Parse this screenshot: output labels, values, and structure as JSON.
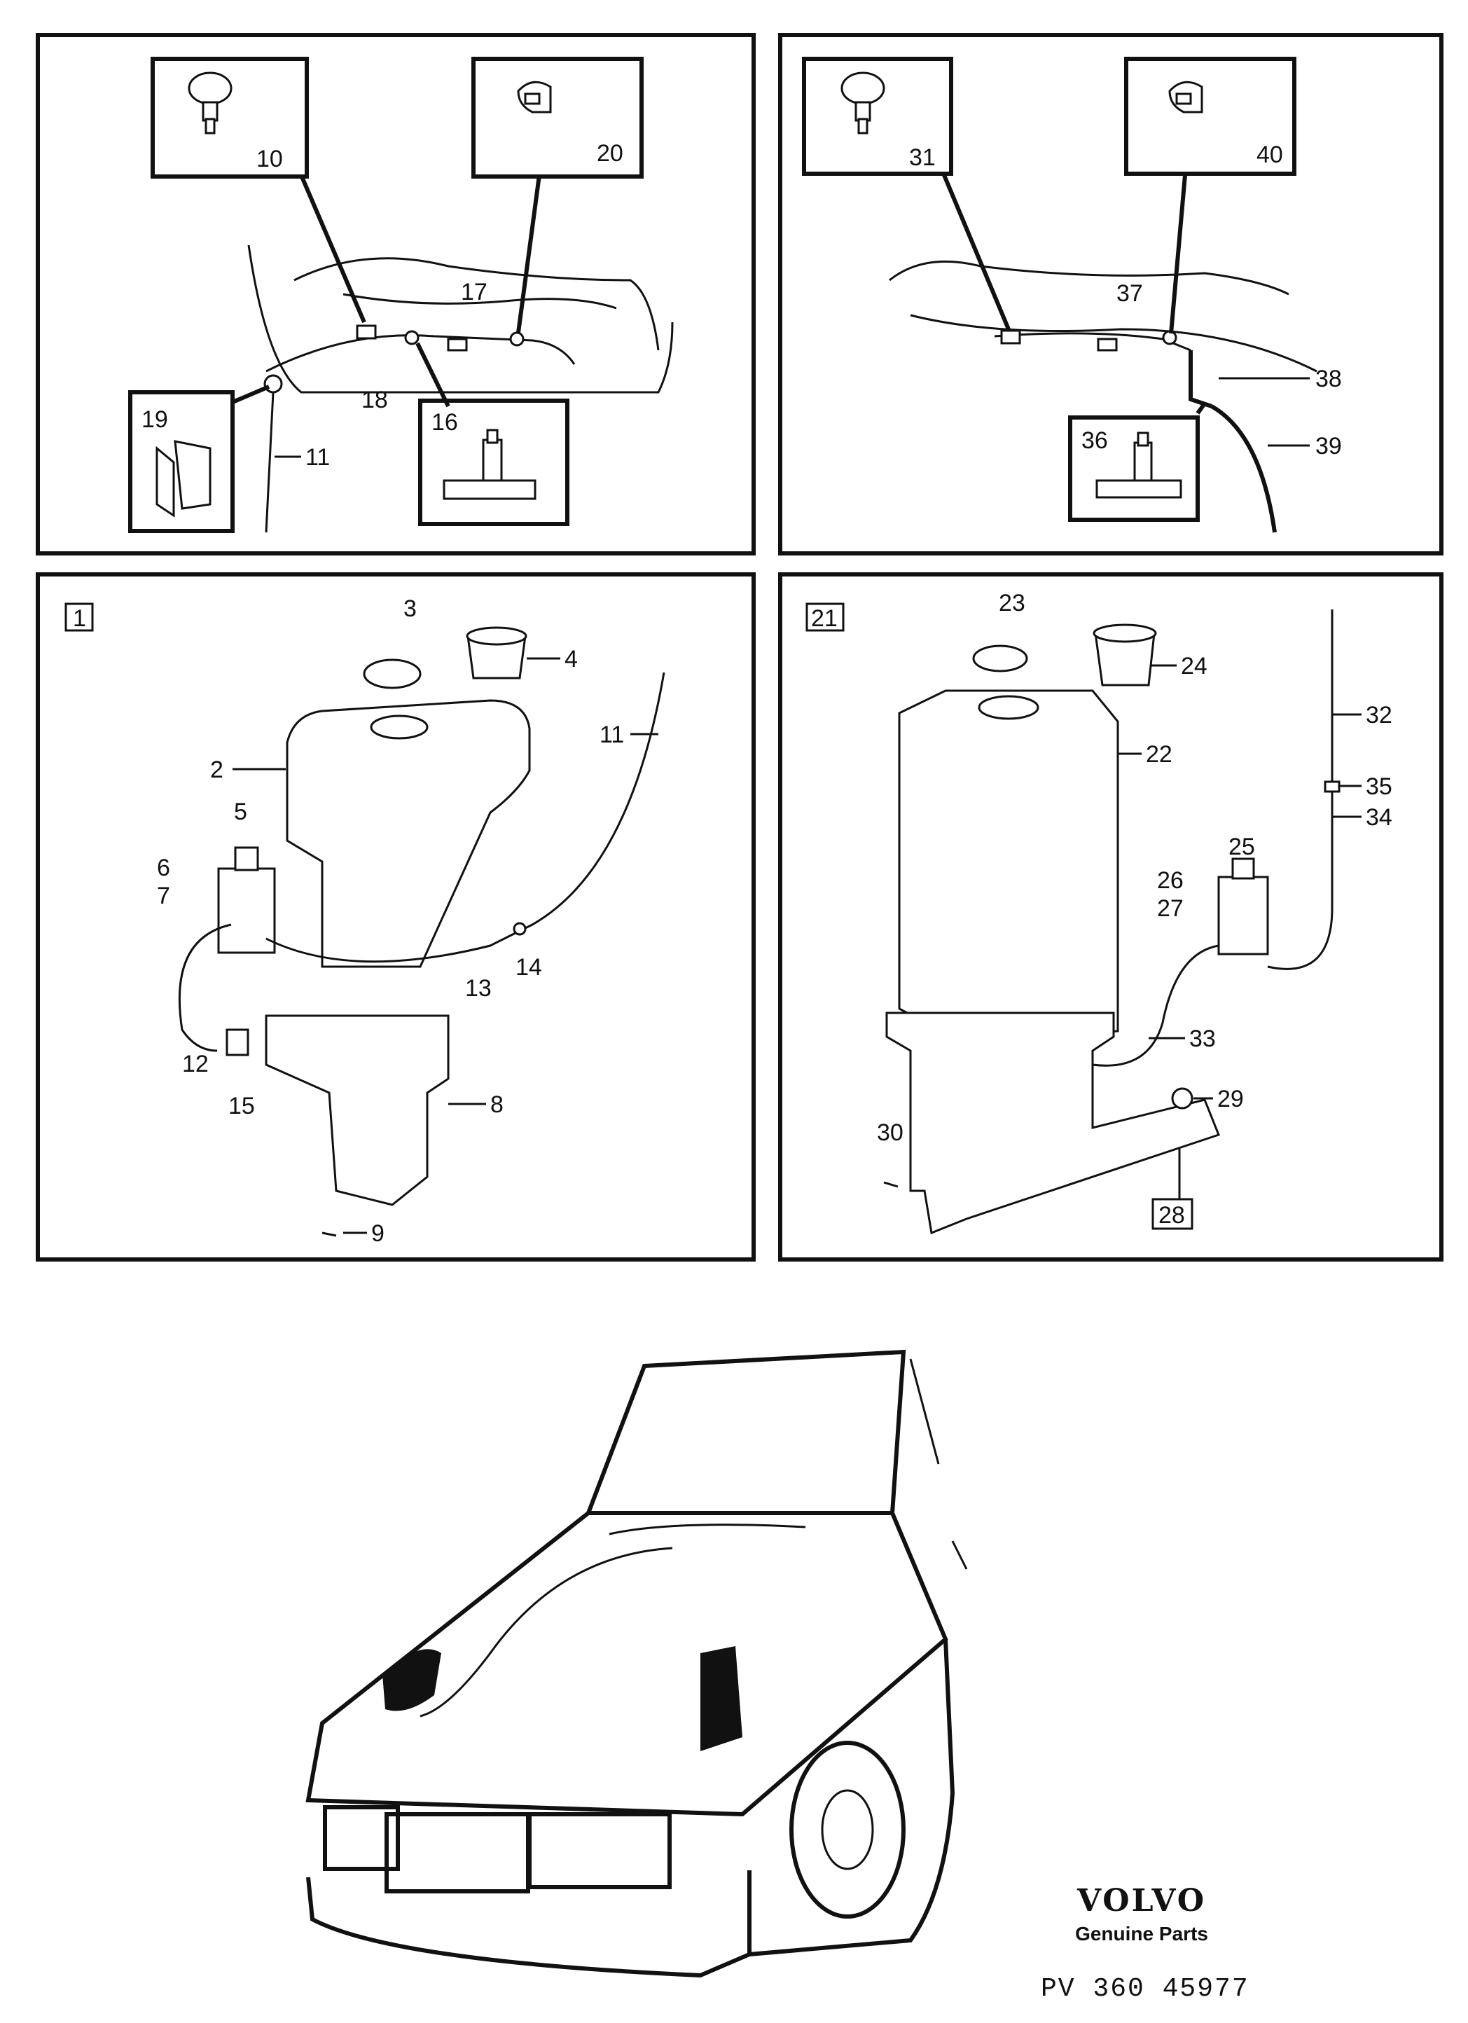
{
  "panels": [
    {
      "id": "top-left",
      "callouts": [
        {
          "number": "10",
          "icon": "nozzle-icon"
        },
        {
          "number": "20",
          "icon": "hose-clip-icon"
        },
        {
          "number": "16",
          "icon": "t-connector-icon"
        },
        {
          "number": "19",
          "icon": "spring-clip-icon"
        }
      ],
      "labels": [
        "17",
        "18",
        "11"
      ]
    },
    {
      "id": "top-right",
      "callouts": [
        {
          "number": "31",
          "icon": "nozzle-icon"
        },
        {
          "number": "40",
          "icon": "hose-clip-icon"
        },
        {
          "number": "36",
          "icon": "t-connector-icon"
        }
      ],
      "labels": [
        "37",
        "38",
        "39"
      ]
    },
    {
      "id": "bottom-left",
      "boxed_number": "1",
      "labels": [
        "3",
        "4",
        "2",
        "11",
        "5",
        "6",
        "7",
        "14",
        "13",
        "12",
        "15",
        "8",
        "9"
      ]
    },
    {
      "id": "bottom-right",
      "boxed_number": "21",
      "labels": [
        "23",
        "24",
        "32",
        "22",
        "35",
        "34",
        "25",
        "26",
        "27",
        "33",
        "29",
        "30"
      ],
      "boxed_label": "28"
    }
  ],
  "brand": {
    "logo": "VOLVO",
    "subtitle": "Genuine Parts",
    "code": "PV 360 45977"
  }
}
